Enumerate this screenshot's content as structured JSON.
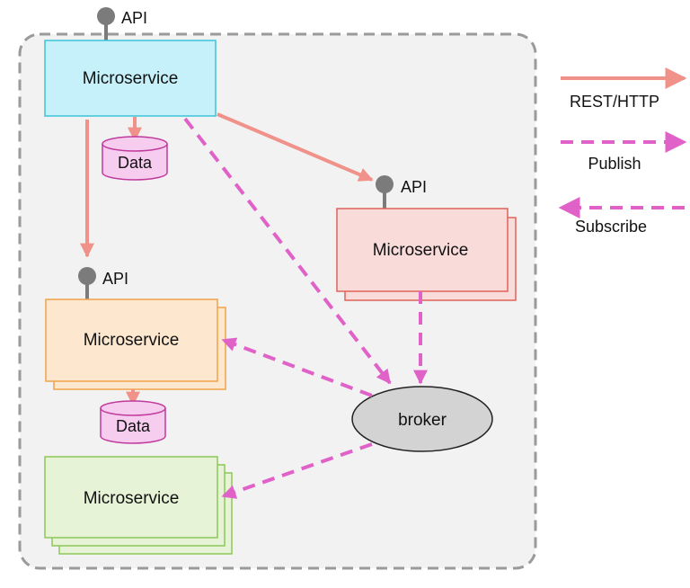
{
  "diagram": {
    "nodes": {
      "svc_top": {
        "label": "Microservice",
        "api_label": "API",
        "data_label": "Data",
        "fill": "#c6f1fb",
        "stroke": "#3cc3d8"
      },
      "svc_right": {
        "label": "Microservice",
        "api_label": "API",
        "fill": "#f9dcda",
        "stroke": "#e0625a"
      },
      "svc_left": {
        "label": "Microservice",
        "api_label": "API",
        "data_label": "Data",
        "fill": "#fde7cf",
        "stroke": "#f0a24a"
      },
      "svc_bottom": {
        "label": "Microservice",
        "fill": "#e6f3d6",
        "stroke": "#8cc858"
      },
      "broker": {
        "label": "broker",
        "fill": "#d3d3d3",
        "stroke": "#222222"
      }
    },
    "legend": {
      "rest": "REST/HTTP",
      "publish": "Publish",
      "subscribe": "Subscribe"
    },
    "colors": {
      "rest_arrow": "#f0918a",
      "pubsub_arrow": "#e062c8",
      "data_fill": "#f6cdef",
      "data_stroke": "#c0399c",
      "api_pin": "#7b7b7b",
      "container_fill": "#f2f2f2",
      "container_stroke": "#9a9a9a"
    }
  }
}
